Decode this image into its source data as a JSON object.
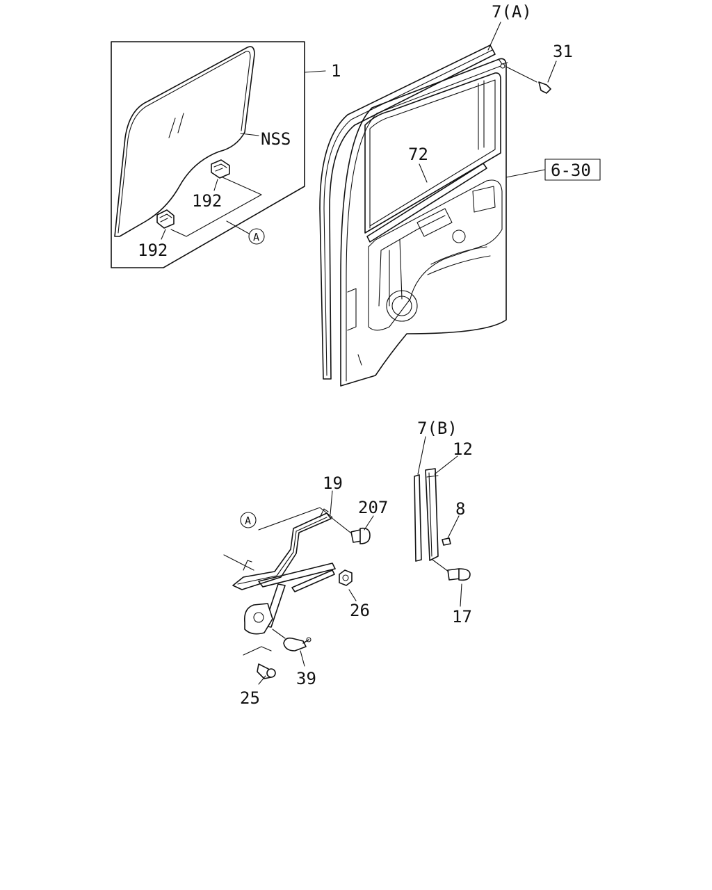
{
  "labels": {
    "glass": "1",
    "glass_note": "NSS",
    "clip_upper": "192",
    "clip_lower": "192",
    "ref_a_upper": "A",
    "weatherstrip_a": "7(A)",
    "screw_31": "31",
    "glass_run_72": "72",
    "ref_page": "6-30",
    "regulator_19": "19",
    "bolt_207": "207",
    "ref_a_lower": "A",
    "nut_26": "26",
    "handle_39": "39",
    "screw_25": "25",
    "weatherstrip_b": "7(B)",
    "channel_12": "12",
    "screw_8": "8",
    "bolt_17": "17"
  }
}
